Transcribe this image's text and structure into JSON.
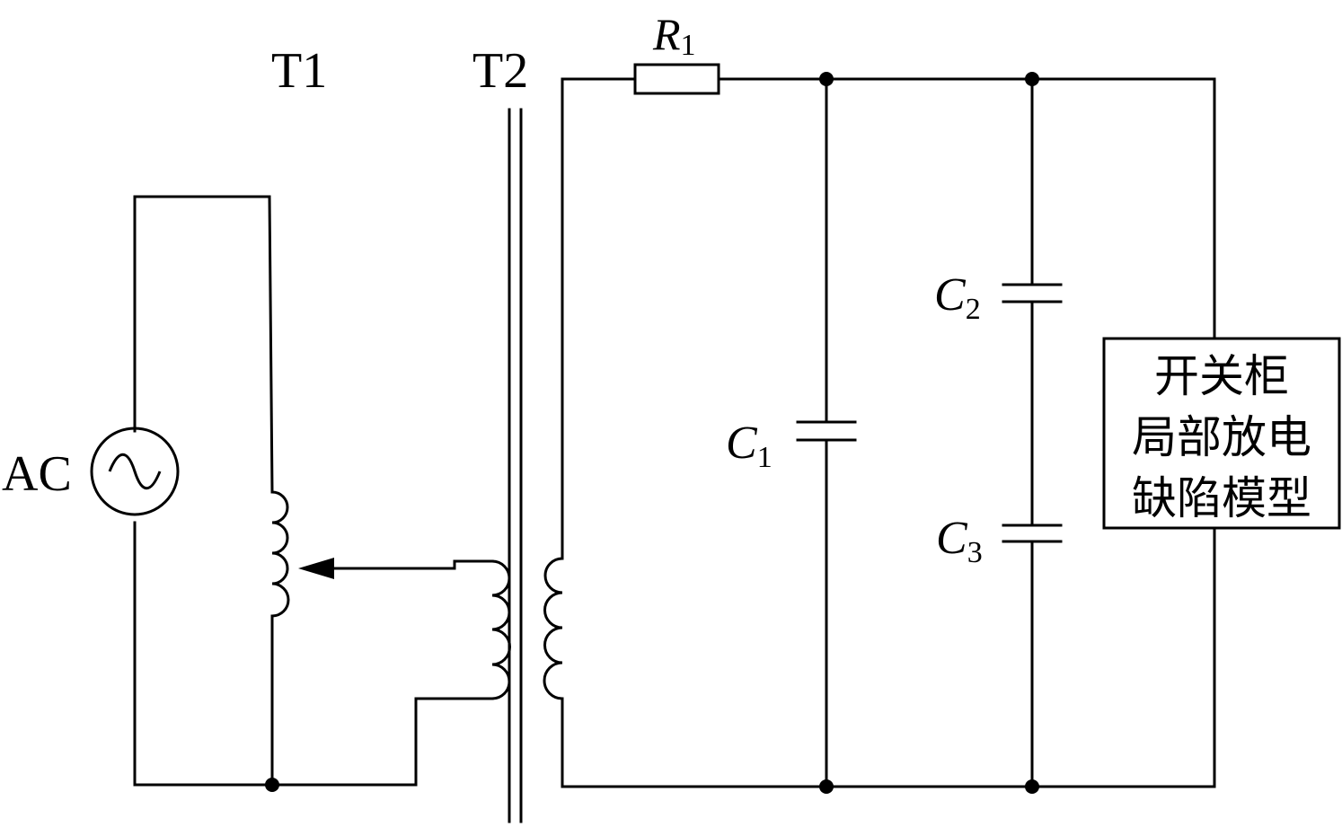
{
  "labels": {
    "source": "AC",
    "t1": "T1",
    "t2": "T2",
    "r1_main": "R",
    "r1_sub": "1",
    "c1_main": "C",
    "c1_sub": "1",
    "c2_main": "C",
    "c2_sub": "2",
    "c3_main": "C",
    "c3_sub": "3"
  },
  "test_object": {
    "line1": "开关柜",
    "line2": "局部放电",
    "line3": "缺陷模型"
  },
  "colors": {
    "ink": "#000000",
    "background": "#ffffff"
  }
}
